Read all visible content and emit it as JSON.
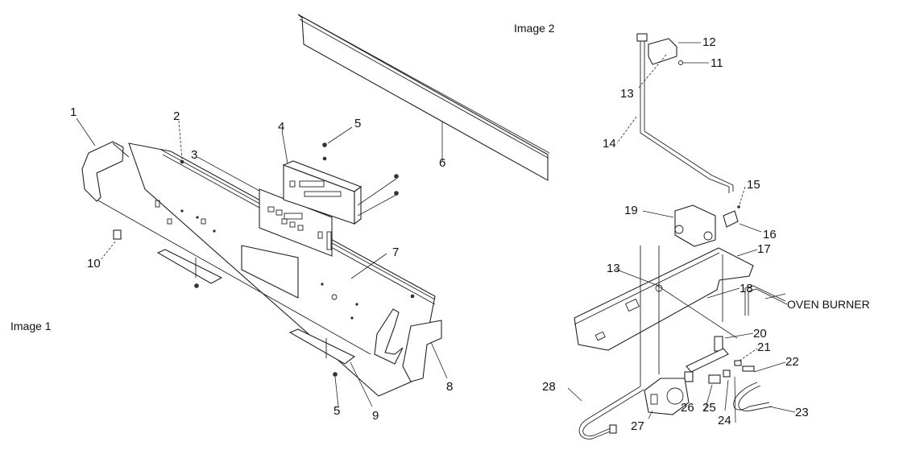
{
  "captions": {
    "image1": "Image 1",
    "image2": "Image 2"
  },
  "image1_callouts": [
    "1",
    "2",
    "3",
    "4",
    "5",
    "6",
    "7",
    "8",
    "9",
    "10",
    "5"
  ],
  "image2_callouts": [
    "11",
    "12",
    "13",
    "14",
    "15",
    "16",
    "17",
    "18",
    "19",
    "13",
    "20",
    "21",
    "22",
    "23",
    "24",
    "25",
    "26",
    "27",
    "28"
  ],
  "annotations": {
    "oven_burner": "OVEN BURNER"
  }
}
